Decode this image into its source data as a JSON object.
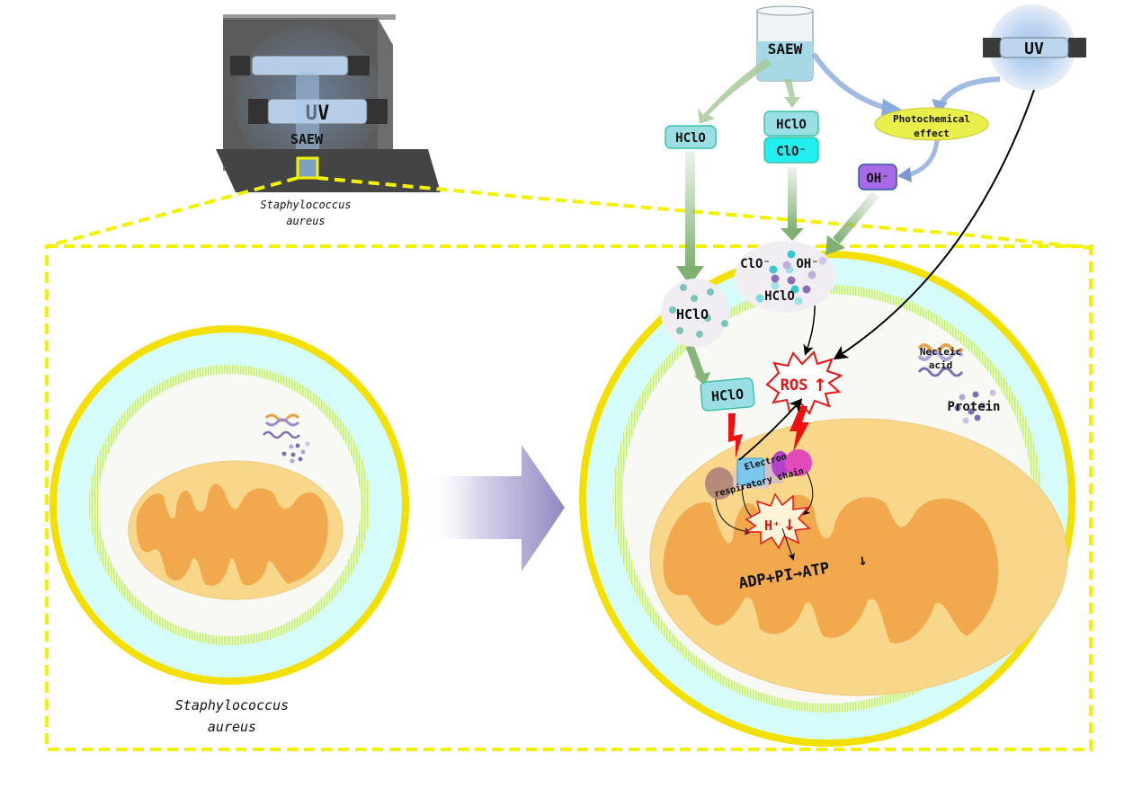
{
  "figure": {
    "title": "Mechanism of SAEW and UV combined inactivation of Staphylococcus aureus",
    "colors": {
      "dashed_outline": "#f2f200",
      "cell_wall": "#f3e000",
      "periplasm": "#d6fbfb",
      "membrane_hatch": "#d4ee3a",
      "cytoplasm": "#f8f8f4",
      "mito_outer": "#f8d68a",
      "mito_inner": "#f2a94e",
      "green_arrow": "#86b57a",
      "blue_arrow": "#8aa9dc",
      "ros_red": "#ee1111",
      "hclo_box": "#9adfe3",
      "clo_box": "#22eef0",
      "oh_box": "#a86ae8",
      "photo_ellipse": "#e8ee4a",
      "big_arrow": "#9a90c4"
    }
  },
  "apparatus": {
    "uv_label": "UV",
    "saew_label": "SAEW",
    "sample_label_line1": "Staphylococcus",
    "sample_label_line2": "aureus"
  },
  "sources": {
    "beaker_label": "SAEW",
    "uv_lamp_label": "UV",
    "photochemical_line1": "Photochemical",
    "photochemical_line2": "effect"
  },
  "species": {
    "hclo_left": "HClO",
    "hclo_mid": "HClO",
    "clo_mid": "ClO⁻",
    "oh": "OH⁻",
    "cluster_left_label": "HClO",
    "cluster_right_clo": "ClO⁻",
    "cluster_right_oh": "OH⁻",
    "cluster_right_hclo": "HClO"
  },
  "cell_detail": {
    "hclo_box": "HClO",
    "ros": "ROS",
    "ros_trend": "↑",
    "etc_line1": "Electron",
    "etc_line2": "respiratory chain",
    "proton": "H⁺",
    "proton_trend": "↓",
    "atp_equation": "ADP+PI→ATP",
    "atp_trend": "↓",
    "nucleic_acid_line1": "Necleic",
    "nucleic_acid_line2": "acid",
    "protein": "Protein"
  },
  "left_cell": {
    "label_line1": "Staphylococcus",
    "label_line2": "aureus"
  }
}
